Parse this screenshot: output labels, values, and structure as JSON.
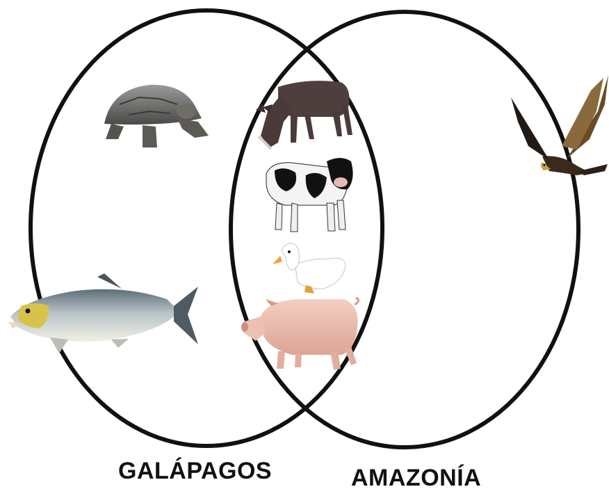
{
  "diagram": {
    "type": "venn",
    "sets": [
      {
        "label": "GALÁPAGOS",
        "members": [
          "tortoise-icon",
          "salmon-icon"
        ]
      },
      {
        "label": "AMAZONÍA",
        "members": [
          "eagle-icon"
        ]
      }
    ],
    "intersection": [
      "donkey-icon",
      "cow-icon",
      "duck-icon",
      "pig-icon"
    ]
  },
  "colors": {
    "outline": "#111111",
    "background": "#ffffff"
  }
}
